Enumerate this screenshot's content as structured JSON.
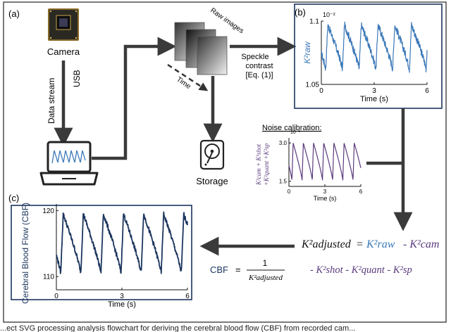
{
  "panels": {
    "a": "(a)",
    "b": "(b)",
    "c": "(c)"
  },
  "camera_label": "Camera",
  "data_stream_label": "Data stream",
  "usb_label": "USB",
  "raw_images_label": "Raw images",
  "time_label": "Time",
  "speckle": [
    "Speckle",
    "contrast",
    "[Eq. (1)]"
  ],
  "storage_label": "Storage",
  "noise_title": "Noise calibration:",
  "noise_ylabel": [
    "K²cam + K²shot",
    "+K²quant +K²sp"
  ],
  "equation": {
    "lhs": "K²adjusted",
    "eq": "=",
    "raw": "K²raw",
    "rest1": "- K²cam",
    "rest2": "- K²shot - K²quant - K²sp"
  },
  "cbf_eq": {
    "lhs": "CBF",
    "eq": "=",
    "num": "1",
    "den": "K²adjusted"
  },
  "caption": "...ect SVG processing analysis flowchart for deriving the cerebral blood flow (CBF) from recorded cam...",
  "colors": {
    "raw": "#3b78b8",
    "noise": "#5a3a7e",
    "cbf": "#1c355e",
    "arrow": "#3a3a3a"
  },
  "chart_data": [
    {
      "id": "raw-chart",
      "type": "line",
      "title": "",
      "exponent_label": "10⁻²",
      "xlabel": "Time (s)",
      "ylabel": "K²raw",
      "xlim": [
        0,
        6
      ],
      "ylim": [
        1.05,
        1.1
      ],
      "xticks": [
        0,
        3,
        6
      ],
      "yticks": [
        1.05,
        1.1
      ],
      "ytick_labels": [
        "1.05",
        "1.1"
      ],
      "period": 0.95,
      "phase": 0.25,
      "peak": 1.097,
      "trough": 1.062,
      "noise": 0.003
    },
    {
      "id": "noise-chart",
      "type": "line",
      "title": "",
      "exponent_label": "10⁻³",
      "xlabel": "Time (s)",
      "ylabel": "",
      "xlim": [
        0,
        6
      ],
      "ylim": [
        1.3,
        3.2
      ],
      "xticks": [
        0,
        3,
        6
      ],
      "yticks": [
        1.5,
        3.0
      ],
      "ytick_labels": [
        "1.5",
        "3.0"
      ],
      "period": 0.85,
      "phase": 0.25,
      "peak": 3.0,
      "trough": 1.55,
      "noise": 0.0
    },
    {
      "id": "cbf-chart",
      "type": "line",
      "title": "",
      "exponent_label": "",
      "xlabel": "Time (s)",
      "ylabel": "Cerebral Blood Flow (CBF)",
      "xlim": [
        0,
        6
      ],
      "ylim": [
        108,
        121
      ],
      "xticks": [
        0,
        3,
        6
      ],
      "yticks": [
        110,
        120
      ],
      "ytick_labels": [
        "110",
        "120"
      ],
      "period": 0.92,
      "phase": 0.2,
      "peak": 119.5,
      "trough": 110.5,
      "noise": 0.35
    }
  ]
}
